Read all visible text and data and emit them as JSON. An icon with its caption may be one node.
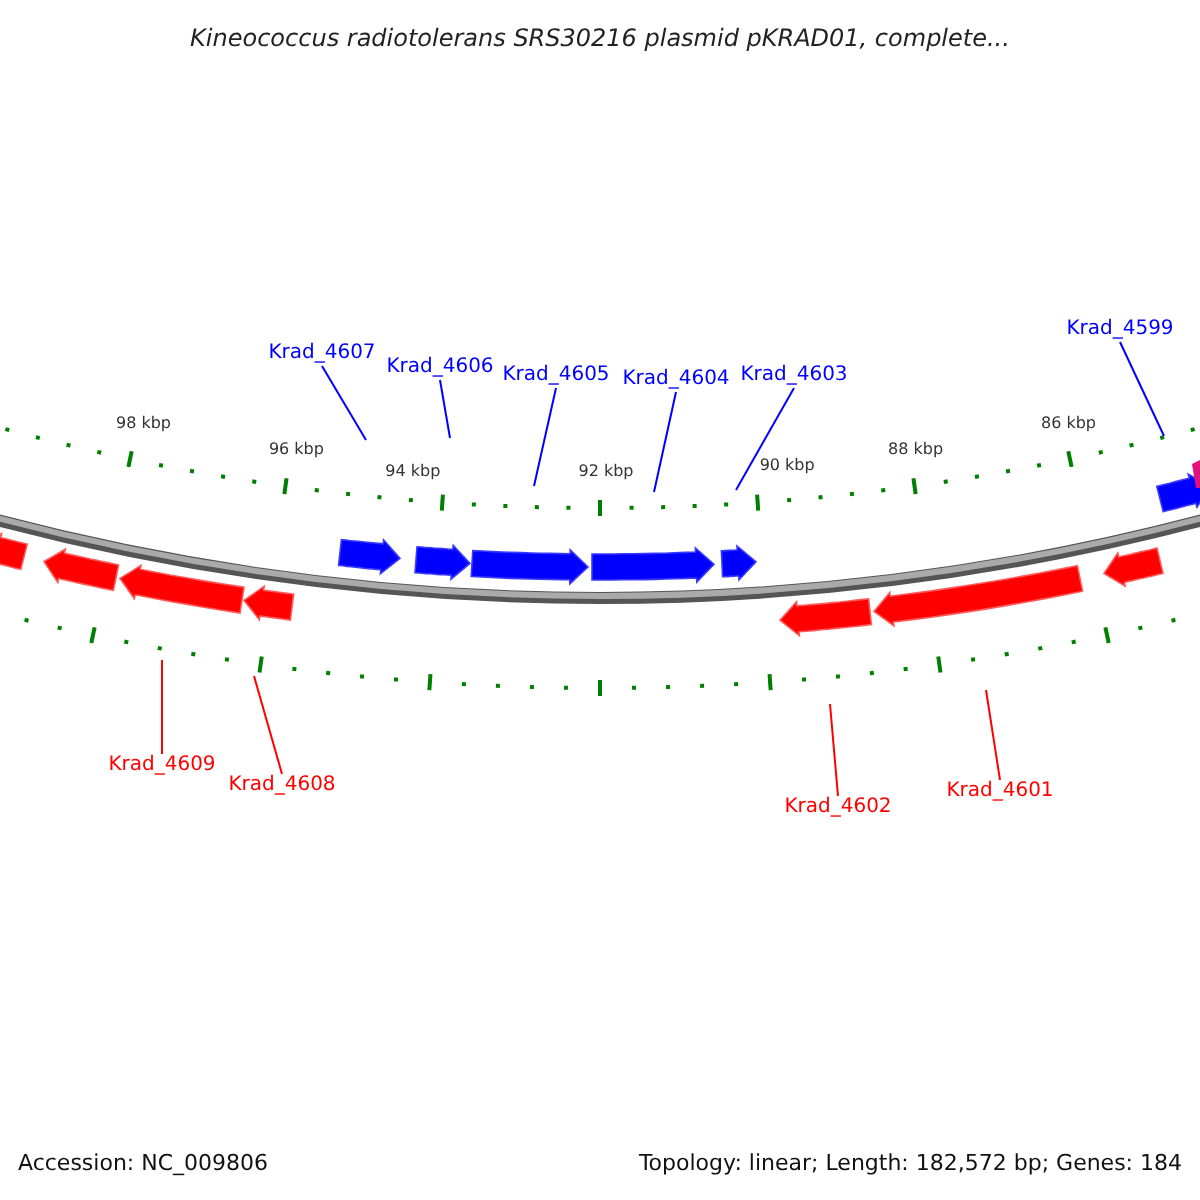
{
  "diagram": {
    "title": "Kineococcus radiotolerans SRS30216 plasmid pKRAD01, complete...",
    "nodes": [
      {
        "text": [
          "Krad_4607"
        ]
      },
      {
        "text": [
          "Krad_4606"
        ]
      },
      {
        "text": [
          "Krad_4605"
        ]
      },
      {
        "text": [
          "Krad_4604"
        ]
      },
      {
        "text": [
          "Krad_4603"
        ]
      },
      {
        "text": [
          "Krad_4599"
        ]
      },
      {
        "text": [
          "Krad_4609"
        ]
      },
      {
        "text": [
          "Krad_4608"
        ]
      },
      {
        "text": [
          "Krad_4602"
        ]
      },
      {
        "text": [
          "Krad_4601"
        ]
      }
    ],
    "edges": [
      {
        "from": 0,
        "to": null,
        "arrow": "none"
      },
      {
        "from": 1,
        "to": null,
        "arrow": "none"
      },
      {
        "from": 2,
        "to": null,
        "arrow": "none"
      },
      {
        "from": 3,
        "to": null,
        "arrow": "none"
      },
      {
        "from": 4,
        "to": null,
        "arrow": "none"
      },
      {
        "from": 5,
        "to": null,
        "arrow": "none"
      },
      {
        "from": 6,
        "to": null,
        "arrow": "none",
        "color": "#ff0000"
      },
      {
        "from": 7,
        "to": null,
        "arrow": "none",
        "color": "#ff0000"
      },
      {
        "from": 8,
        "to": null,
        "arrow": "none",
        "color": "#ff0000"
      },
      {
        "from": 9,
        "to": null,
        "arrow": "none",
        "color": "#ff0000"
      }
    ],
    "labels": [
      "98 kbp",
      "96 kbp",
      "94 kbp",
      "92 kbp",
      "90 kbp",
      "88 kbp",
      "86 kbp",
      "Accession: NC_009806",
      "Topology: linear; Length: 182,572 bp; Genes: 184"
    ]
  }
}
